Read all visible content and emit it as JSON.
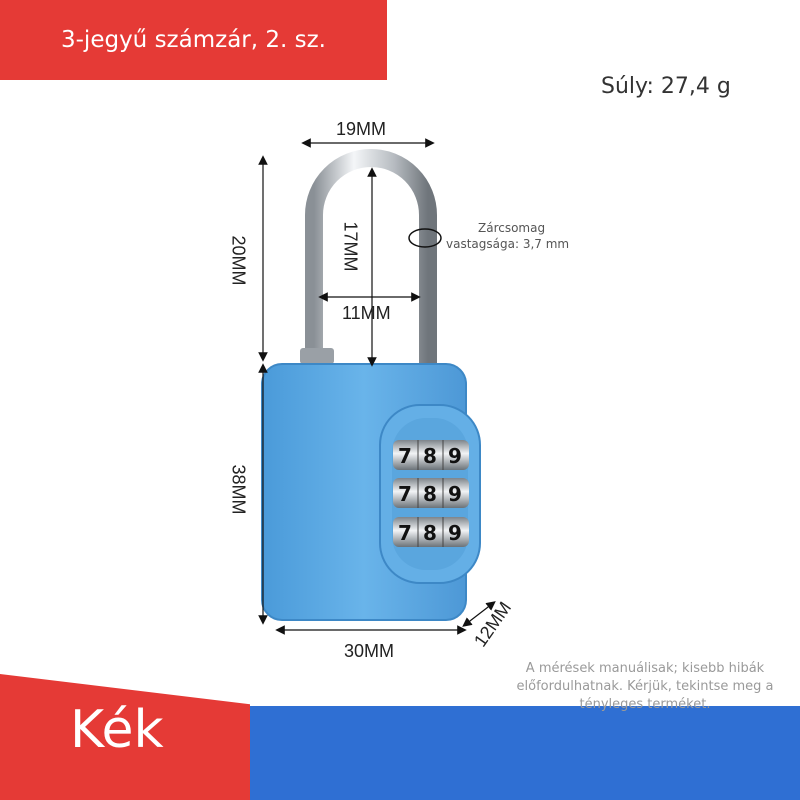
{
  "title": "3-jegyű számzár, 2. sz.",
  "weight": "Súly: 27,4 g",
  "dimensions": {
    "shackle_width": "19MM",
    "shackle_height": "20MM",
    "shackle_inner_height": "17MM",
    "shackle_inner_width": "11MM",
    "body_height": "38MM",
    "body_width": "30MM",
    "body_depth": "12MM"
  },
  "thickness_note": {
    "line1": "Zárcsomag",
    "line2": "vastagsága: 3,7 mm"
  },
  "dials": {
    "row1": [
      "7",
      "8",
      "9"
    ],
    "row2": [
      "7",
      "8",
      "9"
    ],
    "row3": [
      "7",
      "8",
      "9"
    ]
  },
  "disclaimer": "A mérések manuálisak; kisebb hibák előfordulhatnak. Kérjük, tekintse meg a tényleges terméket.",
  "color_label": "Kék",
  "colors": {
    "title_bg": "#e53a36",
    "bottom_bar": "#2f6fd3",
    "lock_body": "#5ba9e4"
  }
}
